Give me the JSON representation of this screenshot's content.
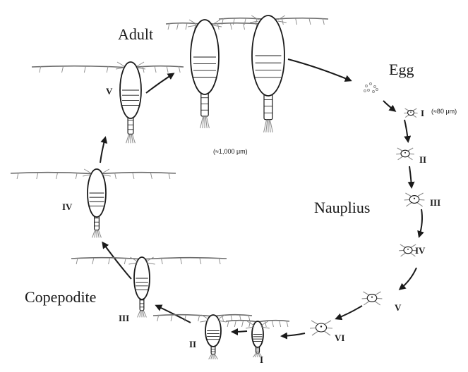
{
  "colors": {
    "ink": "#1a1a1a",
    "body_fill": "#ffffff",
    "antenna": "#6b6b6b",
    "setae": "#8a8a8a",
    "egg": "#8c8c8c"
  },
  "labels": {
    "adult": "Adult",
    "egg": "Egg",
    "nauplius": "Nauplius",
    "copepodite": "Copepodite",
    "adult_size": "(≈1,000 μm)",
    "nauplius_size": "(≈80 μm)"
  },
  "nauplius_stages": [
    "I",
    "II",
    "III",
    "IV",
    "V",
    "VI"
  ],
  "copepodite_stages": [
    "I",
    "II",
    "III",
    "IV",
    "V"
  ],
  "icons": {
    "adult": "copepod-adult-icon",
    "copepodite": "copepodite-icon",
    "nauplius": "nauplius-larva-icon",
    "egg": "egg-cluster-icon",
    "arrow": "arrow-icon"
  }
}
